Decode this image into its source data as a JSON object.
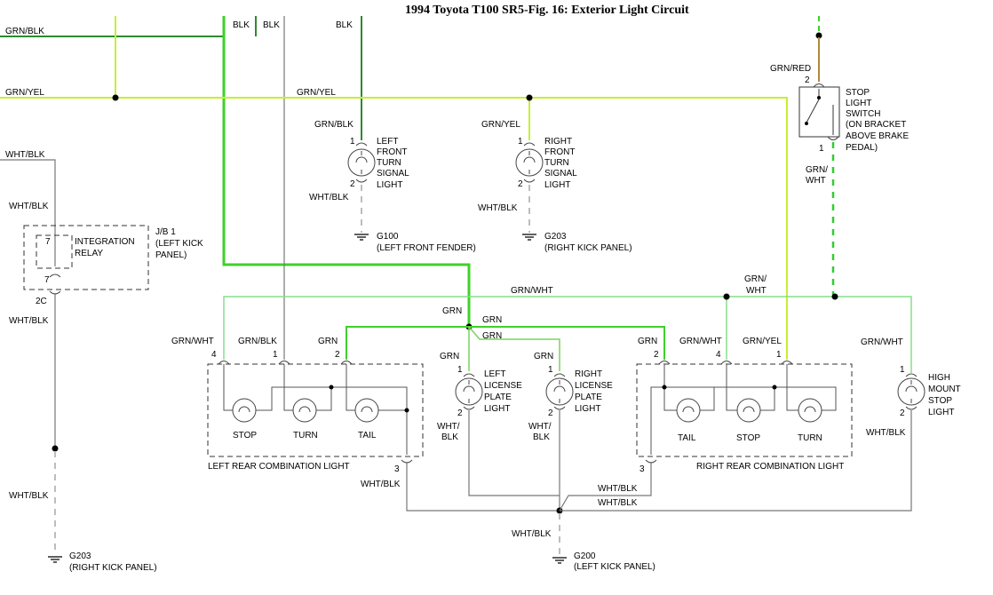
{
  "title": "1994 Toyota T100 SR5-Fig. 16: Exterior Light Circuit",
  "wire_labels": {
    "grn_blk_top": "GRN/BLK",
    "blk_1": "BLK",
    "blk_2": "BLK",
    "blk_3": "BLK",
    "grn_yel_left": "GRN/YEL",
    "grn_yel_mid": "GRN/YEL",
    "grn_red": "GRN/RED",
    "wht_blk_top": "WHT/BLK",
    "wht_blk_2": "WHT/BLK",
    "wht_blk_3": "WHT/BLK",
    "wht_blk_4": "WHT/BLK",
    "grn_blk_lf": "GRN/BLK",
    "wht_blk_lf": "WHT/BLK",
    "grn_yel_rf": "GRN/YEL",
    "wht_blk_rf": "WHT/BLK",
    "grn_wht_sw": "GRN/\nWHT",
    "grn_wht_sw_a": "GRN/",
    "grn_wht_sw_b": "WHT",
    "grn_wht_mid": "GRN/WHT",
    "grn_wht_right_a": "GRN/",
    "grn_wht_right_b": "WHT",
    "grn_a": "GRN",
    "grn_b": "GRN",
    "grn_c": "GRN",
    "grn_wht_lr": "GRN/WHT",
    "grn_blk_lr": "GRN/BLK",
    "grn_lr": "GRN",
    "grn_llp": "GRN",
    "grn_rlp": "GRN",
    "grn_rr": "GRN",
    "grn_wht_rr": "GRN/WHT",
    "grn_yel_rr": "GRN/YEL",
    "grn_wht_hm": "GRN/WHT",
    "wht_blk_llp_a": "WHT/",
    "wht_blk_llp_b": "BLK",
    "wht_blk_rlp_a": "WHT/",
    "wht_blk_rlp_b": "BLK",
    "wht_blk_hm": "WHT/BLK",
    "wht_blk_lrc": "WHT/BLK",
    "wht_blk_rrc": "WHT/BLK",
    "wht_blk_bottom1": "WHT/BLK",
    "wht_blk_g200": "WHT/BLK"
  },
  "pins": {
    "lf1": "1",
    "lf2": "2",
    "rf1": "1",
    "rf2": "2",
    "sw2": "2",
    "sw1": "1",
    "relay7a": "7",
    "relay7b": "7",
    "relay2c": "2C",
    "lr4": "4",
    "lr1": "1",
    "lr2": "2",
    "lr3": "3",
    "llp1": "1",
    "llp2": "2",
    "rlp1": "1",
    "rlp2": "2",
    "rr2": "2",
    "rr4": "4",
    "rr1": "1",
    "rr3": "3",
    "hm1": "1",
    "hm2": "2"
  },
  "components": {
    "left_front_turn": [
      "LEFT",
      "FRONT",
      "TURN",
      "SIGNAL",
      "LIGHT"
    ],
    "right_front_turn": [
      "RIGHT",
      "FRONT",
      "TURN",
      "SIGNAL",
      "LIGHT"
    ],
    "stop_switch": [
      "STOP",
      "LIGHT",
      "SWITCH",
      "(ON BRACKET",
      "ABOVE BRAKE",
      "PEDAL)"
    ],
    "jb1": [
      "J/B 1",
      "(LEFT KICK",
      "PANEL)"
    ],
    "integration_relay": [
      "INTEGRATION",
      "RELAY"
    ],
    "left_license": [
      "LEFT",
      "LICENSE",
      "PLATE",
      "LIGHT"
    ],
    "right_license": [
      "RIGHT",
      "LICENSE",
      "PLATE",
      "LIGHT"
    ],
    "high_mount": [
      "HIGH",
      "MOUNT",
      "STOP",
      "LIGHT"
    ],
    "left_rear_combo": "LEFT REAR COMBINATION LIGHT",
    "right_rear_combo": "RIGHT REAR COMBINATION LIGHT",
    "lr_stop": "STOP",
    "lr_turn": "TURN",
    "lr_tail": "TAIL",
    "rr_tail": "TAIL",
    "rr_stop": "STOP",
    "rr_turn": "TURN"
  },
  "grounds": {
    "g100": [
      "G100",
      "(LEFT FRONT FENDER)"
    ],
    "g203_right": [
      "G203",
      "(RIGHT KICK PANEL)"
    ],
    "g203_left": [
      "G203",
      "(RIGHT KICK PANEL)"
    ],
    "g200": [
      "G200",
      "(LEFT KICK PANEL)"
    ]
  }
}
